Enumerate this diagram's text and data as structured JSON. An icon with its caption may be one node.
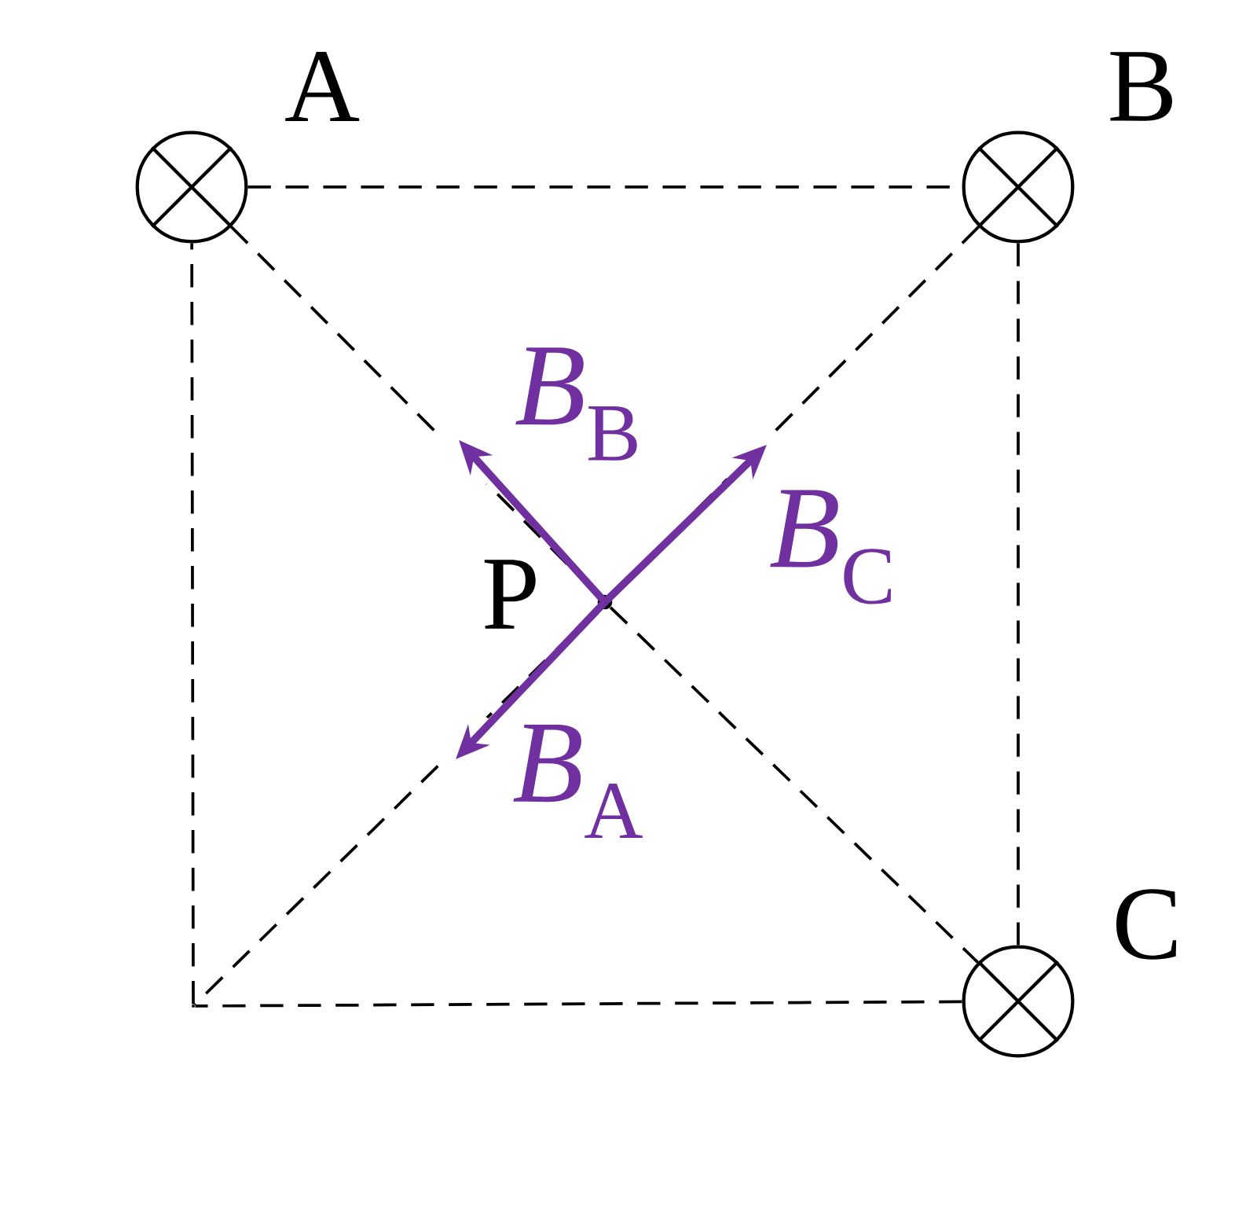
{
  "diagram": {
    "nodes": [
      {
        "text": [
          "A"
        ]
      },
      {
        "text": [
          "B"
        ]
      },
      {
        "text": [
          "C"
        ]
      },
      {
        "text": [],
        "shape": "point"
      },
      {
        "text": [
          "P"
        ]
      }
    ],
    "edges": [
      {
        "from": 0,
        "to": 1,
        "arrow": "none",
        "style": "dashed"
      },
      {
        "from": 1,
        "to": 2,
        "arrow": "none",
        "style": "dashed"
      },
      {
        "from": 2,
        "to": 3,
        "arrow": "none",
        "style": "dashed"
      },
      {
        "from": 3,
        "to": 0,
        "arrow": "none",
        "style": "dashed"
      },
      {
        "from": 0,
        "to": 4,
        "arrow": "none",
        "style": "dashed"
      },
      {
        "from": 4,
        "to": 2,
        "arrow": "none",
        "style": "dashed"
      },
      {
        "from": 1,
        "to": 4,
        "arrow": "none",
        "style": "dashed"
      },
      {
        "from": 4,
        "to": 3,
        "arrow": "none",
        "style": "dashed"
      }
    ],
    "labels": [
      "*B*$_{B}$",
      "*B*$_{C}$",
      "*B*$_{A}$"
    ]
  }
}
